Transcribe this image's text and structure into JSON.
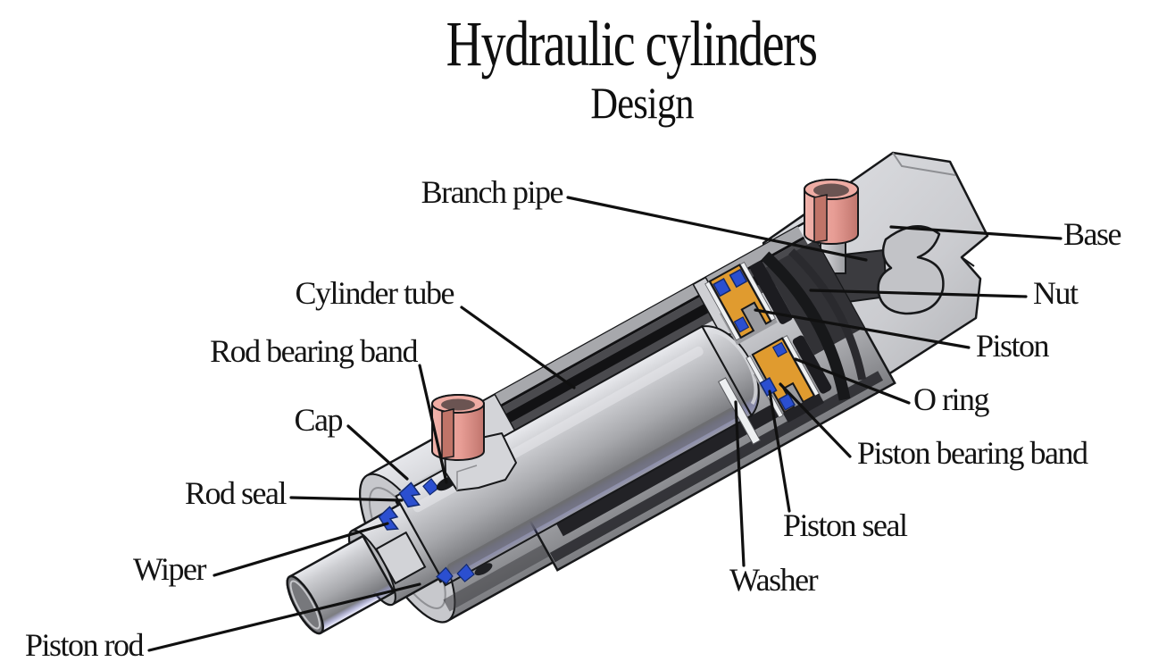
{
  "title": "Hydraulic cylinders",
  "subtitle": "Design",
  "diagram_subject": "Hydraulic cylinder cutaway design diagram",
  "labels": [
    {
      "id": "branch-pipe",
      "text": "Branch pipe",
      "side": "left"
    },
    {
      "id": "cylinder-tube",
      "text": "Cylinder tube",
      "side": "left"
    },
    {
      "id": "rod-bearing-band",
      "text": "Rod bearing band",
      "side": "left"
    },
    {
      "id": "cap",
      "text": "Cap",
      "side": "left"
    },
    {
      "id": "rod-seal",
      "text": "Rod seal",
      "side": "left"
    },
    {
      "id": "wiper",
      "text": "Wiper",
      "side": "left"
    },
    {
      "id": "piston-rod",
      "text": "Piston rod",
      "side": "left"
    },
    {
      "id": "base",
      "text": "Base",
      "side": "right"
    },
    {
      "id": "nut",
      "text": "Nut",
      "side": "right"
    },
    {
      "id": "piston",
      "text": "Piston",
      "side": "right"
    },
    {
      "id": "o-ring",
      "text": "O ring",
      "side": "right"
    },
    {
      "id": "piston-bearing-band",
      "text": "Piston bearing band",
      "side": "right"
    },
    {
      "id": "piston-seal",
      "text": "Piston seal",
      "side": "right"
    },
    {
      "id": "washer",
      "text": "Washer",
      "side": "right"
    }
  ],
  "colors": {
    "background": "#ffffff",
    "text": "#141414",
    "leader_line": "#101010",
    "metal_light": "#e3e4e8",
    "metal_dark": "#7e7f83",
    "interior_dark": "#4a4a4e",
    "branch_pipe_pink": "#e79d95",
    "bearing_band_orange": "#e09b2f",
    "seal_blue": "#2b4fd0",
    "washer_white": "#eef0f2"
  }
}
